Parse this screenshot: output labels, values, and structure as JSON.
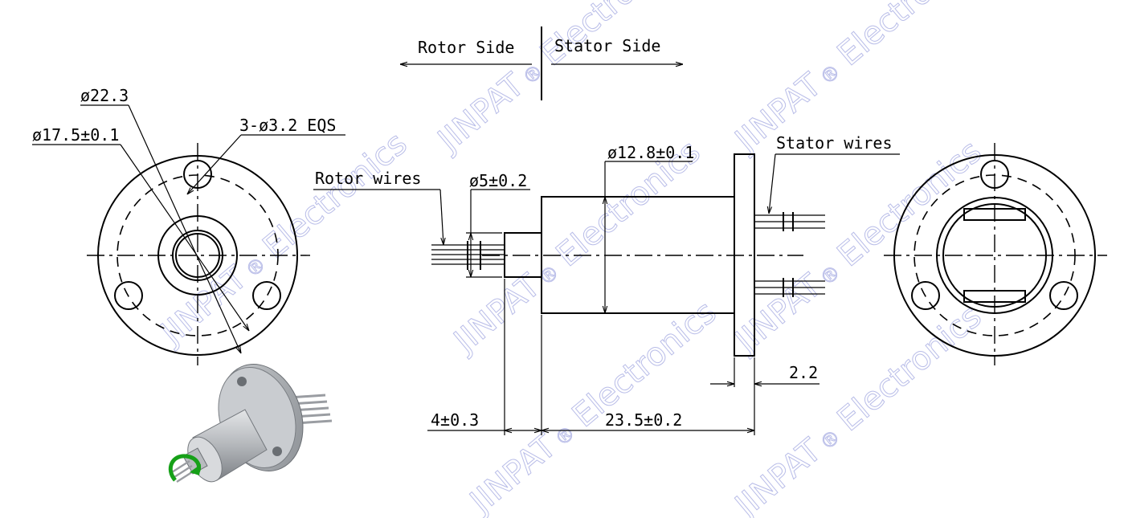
{
  "header": {
    "rotor_side": "Rotor Side",
    "stator_side": "Stator Side"
  },
  "labels": {
    "dia_outer": "ø22.3",
    "dia_pcd": "ø17.5±0.1",
    "holes": "3-ø3.2 EQS",
    "rotor_wires": "Rotor wires",
    "dia_shaft": "ø5±0.2",
    "dia_body": "ø12.8±0.1",
    "stator_wires": "Stator wires",
    "len_shaft": "4±0.3",
    "len_body": "23.5±0.2",
    "flange_thk": "2.2"
  },
  "watermark": {
    "brand": "JINPAT",
    "registered": "®",
    "word": "Electronics"
  },
  "colors": {
    "line": "#000000",
    "watermark": "#b9bde8",
    "rotation_arrow": "#16a018",
    "render_metal": "#a9acb0"
  },
  "icons": {
    "product_render": "slip-ring-3d-render",
    "rotation": "rotation-arrow-icon"
  }
}
